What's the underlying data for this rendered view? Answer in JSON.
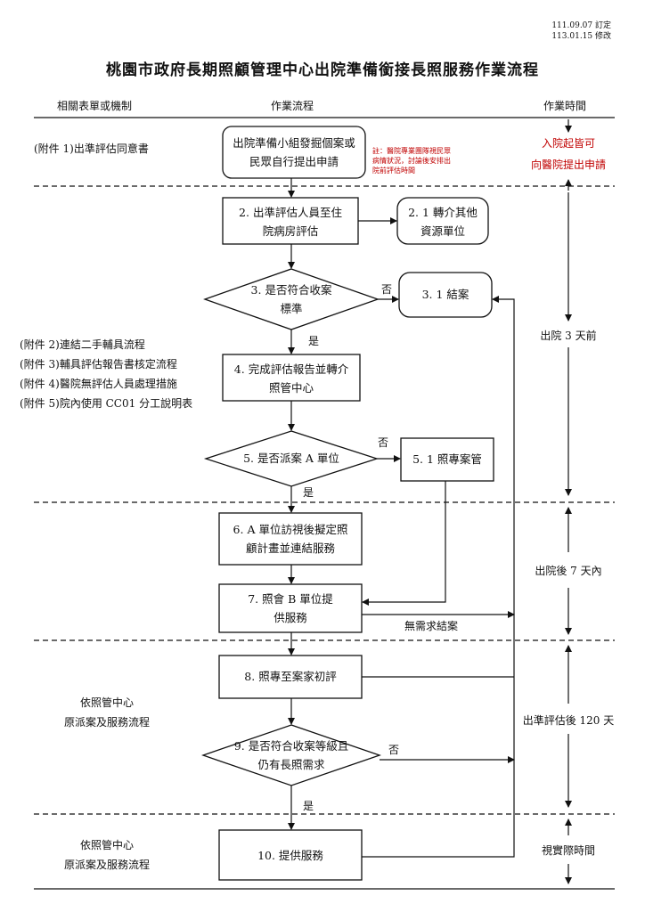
{
  "header": {
    "date_line1": "111.09.07 訂定",
    "date_line2": "113.01.15 修改",
    "title": "桃園市政府長期照顧管理中心出院準備銜接長照服務作業流程"
  },
  "columns": {
    "left": "相關表單或機制",
    "middle": "作業流程",
    "right": "作業時間"
  },
  "forms": {
    "form1": "(附件 1)出準評估同意書",
    "form2": "(附件 2)連結二手輔具流程",
    "form3": "(附件 3)輔具評估報告書核定流程",
    "form4": "(附件 4)醫院無評估人員處理措施",
    "form5": "(附件 5)院內使用 CC01 分工說明表",
    "mech1_line1": "依照管中心",
    "mech1_line2": "原派案及服務流程",
    "mech2_line1": "依照管中心",
    "mech2_line2": "原派案及服務流程"
  },
  "note": "註：醫院專業團隊視民眾病情狀況，討論後安排出院前評估時間",
  "nodes": {
    "n1": "出院準備小組發掘個案或民眾自行提出申請",
    "n2": "2. 出準評估人員至住院病房評估",
    "n21": "2. 1 轉介其他資源單位",
    "n3": "3. 是否符合收案標準",
    "n31": "3. 1 結案",
    "n4": "4. 完成評估報告並轉介照管中心",
    "n5": "5. 是否派案 A 單位",
    "n51": "5. 1 照專案管",
    "n6": "6. A 單位訪視後擬定照顧計畫並連結服務",
    "n7": "7. 照會 B 單位提供服務",
    "n8": "8. 照專至案家初評",
    "n9": "9. 是否符合收案等級且仍有長照需求",
    "n10": "10. 提供服務"
  },
  "edge_labels": {
    "no": "否",
    "yes": "是",
    "no_need_close": "無需求結案"
  },
  "timing": {
    "t1_line1": "入院起皆可",
    "t1_line2": "向醫院提出申請",
    "t2": "出院 3 天前",
    "t3": "出院後 7 天內",
    "t4": "出準評估後 120 天",
    "t5": "視實際時間"
  },
  "colors": {
    "line": "#111111",
    "red_text": "#c00000",
    "background": "#ffffff"
  }
}
